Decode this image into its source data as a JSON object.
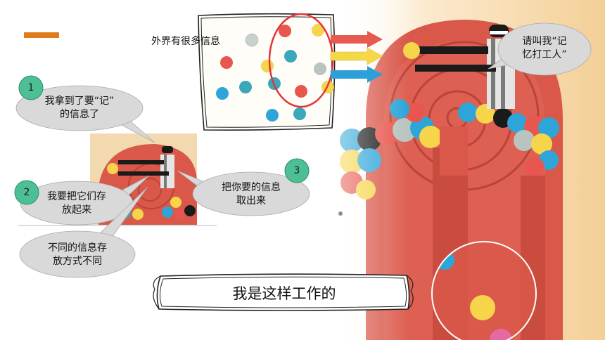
{
  "slide": {
    "outside_info_label": "外界有很多信息",
    "robot_bubble": {
      "line1": "请叫我“记",
      "line2": "忆打工人”"
    },
    "step1": {
      "number": "1",
      "line1": "我拿到了要“记”",
      "line2": "的信息了"
    },
    "step2": {
      "number": "2",
      "line1": "我要把它们存",
      "line2": "放起来"
    },
    "step2_note": {
      "line1": "不同的信息存",
      "line2": "放方式不同"
    },
    "step3": {
      "number": "3",
      "line1": "把你要的信息",
      "line2": "取出来"
    },
    "title_banner": "我是这样工作的"
  },
  "colors": {
    "accent_bar": "#e07b1c",
    "number_badge": "#4dbf94",
    "callout_gray": "#d9d9d9",
    "highlight_ring": "#e3343a",
    "ball_red": "#e8574f",
    "ball_yellow": "#f6d54a",
    "ball_blue": "#2ea5d8",
    "ball_gray": "#b9c4c0",
    "ball_teal": "#3aa8b8",
    "spiral_red": "#d9584a",
    "arrow_red": "#e65a50",
    "arrow_yellow": "#f5d848",
    "arrow_blue": "#2ea0d8"
  },
  "icons": [
    "robot-figure",
    "memory-spiral",
    "info-balls"
  ]
}
